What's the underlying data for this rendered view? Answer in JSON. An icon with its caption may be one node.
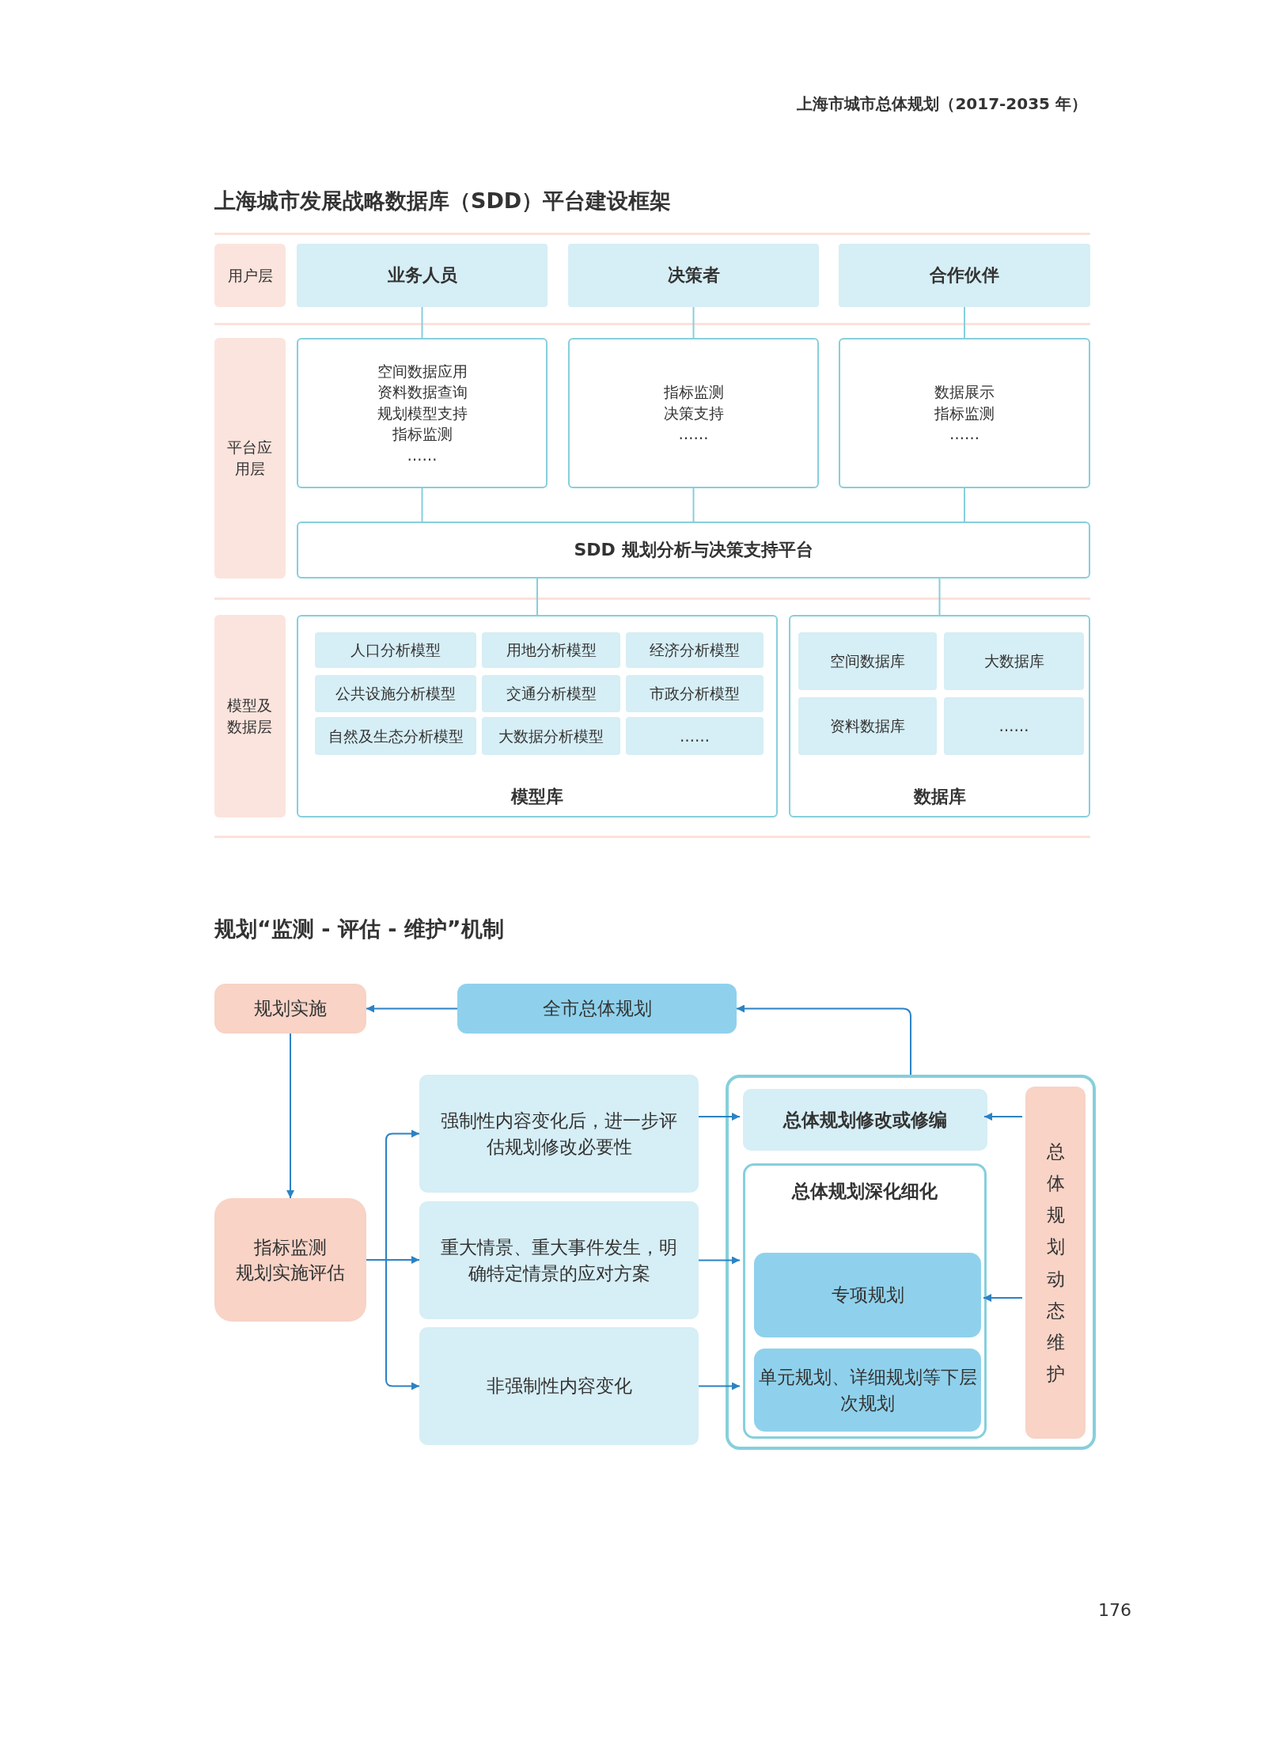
{
  "diagram": {
    "title": "上海城市发展战略数据库（SDD）平台建设框架",
    "nodes": [
      {
        "text": [
          "用户层"
        ]
      },
      {
        "text": [
          "业务人员"
        ]
      },
      {
        "text": [
          "决策者"
        ]
      },
      {
        "text": [
          "合作伙伴"
        ]
      },
      {
        "text": [
          "平台应用层"
        ]
      },
      {
        "text": [
          "空间数据应用",
          "资料数据查询",
          "规划模型支持",
          "指标监测",
          "……"
        ]
      },
      {
        "text": [
          "指标监测",
          "决策支持",
          "……"
        ]
      },
      {
        "text": [
          "数据展示",
          "指标监测",
          "……"
        ]
      },
      {
        "text": [
          "SDD 规划分析与决策支持平台"
        ]
      },
      {
        "text": [
          "模型及数据层"
        ]
      },
      {
        "text": [
          "模型库"
        ]
      },
      {
        "text": [
          "人口分析模型"
        ],
        "in": 10
      },
      {
        "text": [
          "用地分析模型"
        ],
        "in": 10
      },
      {
        "text": [
          "经济分析模型"
        ],
        "in": 10
      },
      {
        "text": [
          "公共设施分析模型"
        ],
        "in": 10
      },
      {
        "text": [
          "交通分析模型"
        ],
        "in": 10
      },
      {
        "text": [
          "市政分析模型"
        ],
        "in": 10
      },
      {
        "text": [
          "自然及生态分析模型"
        ],
        "in": 10
      },
      {
        "text": [
          "大数据分析模型"
        ],
        "in": 10
      },
      {
        "text": [
          "……"
        ],
        "in": 10
      },
      {
        "text": [
          "数据库"
        ]
      },
      {
        "text": [
          "空间数据库"
        ],
        "in": 20
      },
      {
        "text": [
          "大数据库"
        ],
        "in": 20
      },
      {
        "text": [
          "资料数据库"
        ],
        "in": 20
      },
      {
        "text": [
          "……"
        ],
        "in": 20
      },
      {
        "text": [
          "规划实施"
        ]
      },
      {
        "text": [
          "全市总体规划"
        ]
      },
      {
        "text": [
          "指标监测",
          "规划实施评估"
        ]
      },
      {
        "text": [
          "强制性内容变化后，进一步评估规划修改必要性"
        ]
      },
      {
        "text": [
          "重大情景、重大事件发生，明确特定情景的应对方案"
        ]
      },
      {
        "text": [
          "非强制性内容变化"
        ]
      },
      {
        "text": [],
        "shape": "box"
      },
      {
        "text": [
          "总体规划修改或修编"
        ],
        "in": 31
      },
      {
        "text": [
          "总体规划深化细化"
        ],
        "in": 31
      },
      {
        "text": [
          "专项规划"
        ],
        "in": 33
      },
      {
        "text": [
          "单元规划、详细规划等下层次规划"
        ],
        "in": 33
      },
      {
        "text": [
          "总体规划动态维护"
        ],
        "in": 31
      }
    ],
    "edges": [
      {
        "from": 1,
        "to": 5,
        "arrow": "none",
        "color": "#86cfdc"
      },
      {
        "from": 2,
        "to": 6,
        "arrow": "none",
        "color": "#86cfdc"
      },
      {
        "from": 3,
        "to": 7,
        "arrow": "none",
        "color": "#86cfdc"
      },
      {
        "from": 5,
        "to": 8,
        "arrow": "none",
        "color": "#86cfdc"
      },
      {
        "from": 6,
        "to": 8,
        "arrow": "none",
        "color": "#86cfdc"
      },
      {
        "from": 7,
        "to": 8,
        "arrow": "none",
        "color": "#86cfdc"
      },
      {
        "from": 8,
        "to": 10,
        "arrow": "none",
        "color": "#86cfdc"
      },
      {
        "from": 8,
        "to": 20,
        "arrow": "none",
        "color": "#86cfdc"
      },
      {
        "from": 26,
        "to": 25,
        "arrow": "to"
      },
      {
        "from": 25,
        "to": 27,
        "arrow": "to"
      },
      {
        "from": 27,
        "to": 28,
        "arrow": "to"
      },
      {
        "from": 27,
        "to": 29,
        "arrow": "to"
      },
      {
        "from": 27,
        "to": 30,
        "arrow": "to"
      },
      {
        "from": 28,
        "to": 32,
        "arrow": "to"
      },
      {
        "from": 29,
        "to": 33,
        "arrow": "to"
      },
      {
        "from": 30,
        "to": 33,
        "arrow": "to"
      },
      {
        "from": 36,
        "to": 32,
        "arrow": "to"
      },
      {
        "from": 36,
        "to": 33,
        "arrow": "to"
      },
      {
        "from": 31,
        "to": 26,
        "arrow": "to"
      }
    ],
    "labels": [
      "上海市城市总体规划（2017-2035 年）",
      "规划“监测 - 评估 - 维护”机制",
      "176"
    ]
  }
}
